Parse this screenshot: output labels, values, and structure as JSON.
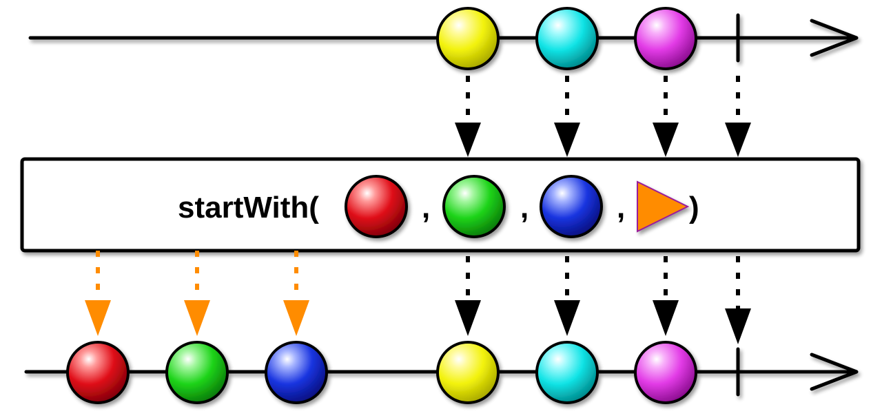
{
  "operator": {
    "name": "startWith(",
    "separator": ",",
    "close": ")"
  },
  "colors": {
    "yellow": "#f2f20a",
    "cyan": "#12e4e6",
    "magenta": "#e23be6",
    "red": "#e0101a",
    "green": "#1ed41a",
    "blue": "#1a35e0",
    "orange": "#ff8c00",
    "line": "#000000"
  },
  "source_items": [
    "yellow",
    "cyan",
    "magenta"
  ],
  "start_items": [
    "red",
    "green",
    "blue"
  ],
  "output_items": [
    "red",
    "green",
    "blue",
    "yellow",
    "cyan",
    "magenta"
  ],
  "completion": "complete-marker"
}
